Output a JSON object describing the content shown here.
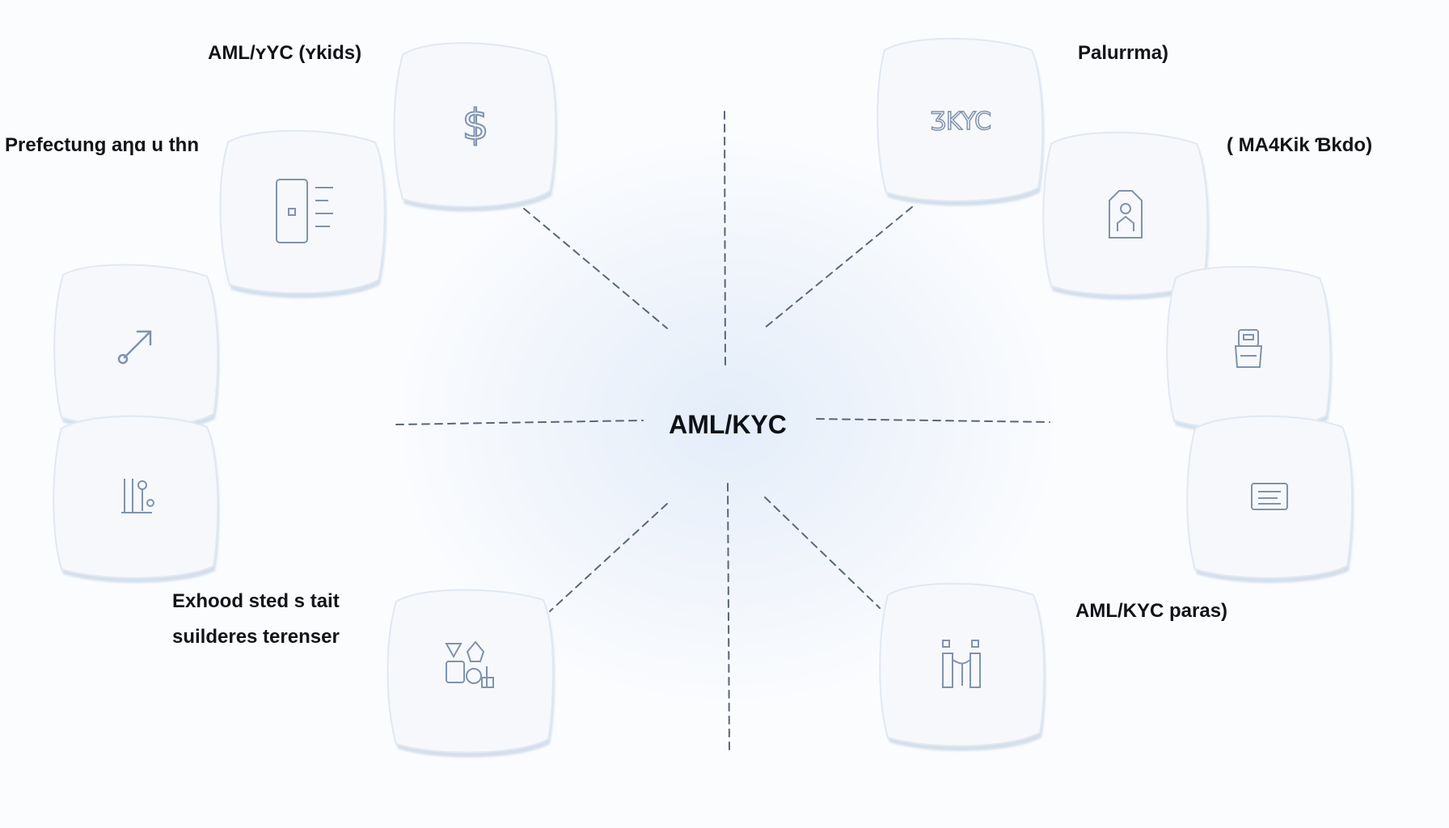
{
  "center": {
    "label": "AML/KYC"
  },
  "labels": {
    "top_left": "AML/ʏYC (ʏkids)",
    "left_upper": "Prеfectung aηɑ u thn",
    "bottom_left": "Exhood sted s tait\nsuilderes terenser",
    "top_right": "Palurrma)",
    "right_upper": "( MA4Kik Ɓkdo)",
    "bottom_right": "AML/KYC paras)"
  },
  "nodes": [
    {
      "id": "dollar",
      "icon": "dollar-icon",
      "glyph": "$"
    },
    {
      "id": "document",
      "icon": "document-list-icon"
    },
    {
      "id": "arrow",
      "icon": "diagonal-arrow-icon"
    },
    {
      "id": "tools",
      "icon": "tools-icon"
    },
    {
      "id": "objects",
      "icon": "objects-icon"
    },
    {
      "id": "kyc",
      "icon": "kyc-text-icon",
      "glyph": "ƷKYC"
    },
    {
      "id": "id-tag",
      "icon": "id-tag-icon"
    },
    {
      "id": "kiosk",
      "icon": "kiosk-icon"
    },
    {
      "id": "card",
      "icon": "card-icon"
    },
    {
      "id": "figures",
      "icon": "figures-icon"
    }
  ],
  "colors": {
    "background": "#fbfcfe",
    "center_glow": "#e3edf9",
    "dashed_line": "#5b6677",
    "node_fill": "#f6f8fb",
    "node_shadow": "#d3dfeb",
    "icon_stroke": "#8093ad",
    "text": "#111418"
  }
}
